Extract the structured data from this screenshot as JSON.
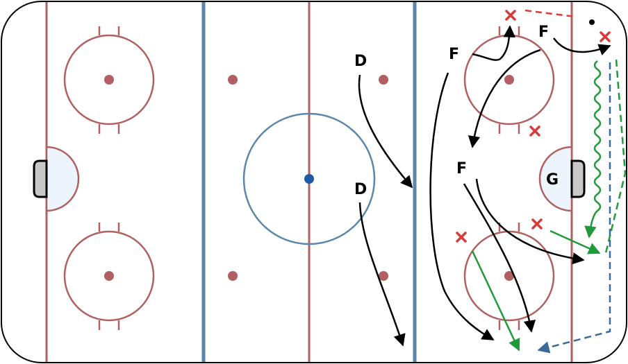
{
  "colors": {
    "board": "#000000",
    "ice": "#ffffff",
    "red_line": "#b06060",
    "blue_line": "#5b86ac",
    "center_circle": "#5b86ac",
    "center_dot": "#1f5aa6",
    "crease_fill": "#eef4fb",
    "net_fill": "#c8c8c8",
    "opponent_x": "#d93a3a",
    "puck": "#000000",
    "skate_path": "#000000",
    "pass_green": "#1f9a3a",
    "shot_blue": "#3a6a9a",
    "pass_red": "#d93a3a"
  },
  "labels": {
    "d_top": "D",
    "d_bottom": "D",
    "f_left": "F",
    "f_top": "F",
    "f_mid": "F",
    "goalie": "G"
  },
  "icons": {
    "opponent": "x-mark-icon",
    "puck": "puck-dot-icon",
    "arrow": "arrowhead-icon"
  }
}
